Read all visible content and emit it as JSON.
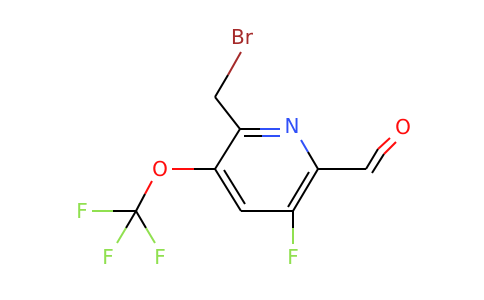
{
  "molecule": {
    "atoms": {
      "br": "Br",
      "n": "N",
      "o_ether": "O",
      "o_aldehyde": "O",
      "f_ring": "F",
      "f1": "F",
      "f2": "F",
      "f3": "F"
    },
    "colors": {
      "bond": "#000000",
      "bromine": "#A52A2A",
      "nitrogen": "#3050F8",
      "oxygen": "#FF0D0D",
      "fluorine": "#90E050"
    }
  }
}
